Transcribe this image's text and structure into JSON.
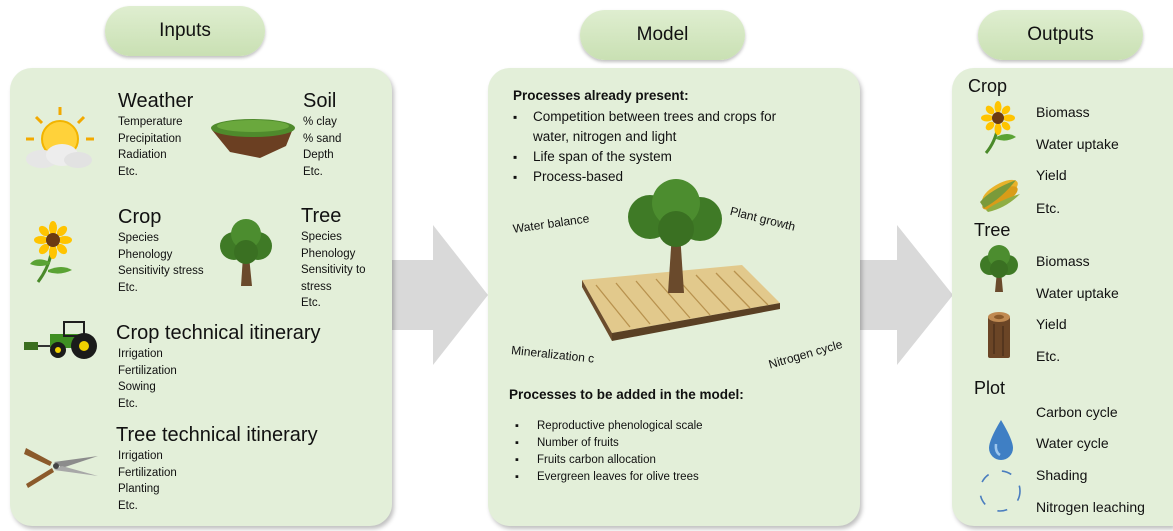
{
  "headers": {
    "inputs": "Inputs",
    "model": "Model",
    "outputs": "Outputs"
  },
  "inputs": {
    "weather": {
      "title": "Weather",
      "items": [
        "Temperature",
        "Precipitation",
        "Radiation",
        "Etc."
      ]
    },
    "soil": {
      "title": "Soil",
      "items": [
        "% clay",
        "% sand",
        "Depth",
        "Etc."
      ]
    },
    "crop": {
      "title": "Crop",
      "items": [
        "Species",
        "Phenology",
        "Sensitivity stress",
        "Etc."
      ]
    },
    "tree": {
      "title": "Tree",
      "items": [
        "Species",
        "Phenology",
        "Sensitivity to",
        "stress",
        "Etc."
      ]
    },
    "crop_itinerary": {
      "title": "Crop technical itinerary",
      "items": [
        "Irrigation",
        "Fertilization",
        "Sowing",
        "Etc."
      ]
    },
    "tree_itinerary": {
      "title": "Tree technical itinerary",
      "items": [
        "Irrigation",
        "Fertilization",
        "Planting",
        "Etc."
      ]
    }
  },
  "model": {
    "present_title": "Processes already present:",
    "present_items": [
      "Competition between trees and crops for",
      "water, nitrogen and light",
      "Life span of the system",
      "Process-based"
    ],
    "labels": {
      "water_balance": "Water balance",
      "plant_growth": "Plant growth",
      "mineralization": "Mineralization c",
      "nitrogen_cycle": "Nitrogen cycle"
    },
    "added_title": "Processes to be added in the model:",
    "added_items": [
      "Reproductive phenological scale",
      "Number of fruits",
      "Fruits carbon allocation",
      "Evergreen leaves for olive trees"
    ]
  },
  "outputs": {
    "crop": {
      "title": "Crop",
      "items": [
        "Biomass",
        "Water uptake",
        "Yield",
        "Etc."
      ]
    },
    "tree": {
      "title": "Tree",
      "items": [
        "Biomass",
        "Water uptake",
        "Yield",
        "Etc."
      ]
    },
    "plot": {
      "title": "Plot",
      "items": [
        "Carbon cycle",
        "Water cycle",
        "Shading",
        "Nitrogen leaching"
      ]
    }
  },
  "icons": [
    "sun-cloud-icon",
    "soil-block-icon",
    "sunflower-icon",
    "tree-icon",
    "tractor-icon",
    "pruning-shears-icon",
    "corn-icon",
    "log-icon",
    "water-drop-icon",
    "shading-circle-icon"
  ],
  "colors": {
    "panel": "#e3efd9",
    "pill": "#cfe4bb",
    "arrow": "#d9d9d9"
  }
}
